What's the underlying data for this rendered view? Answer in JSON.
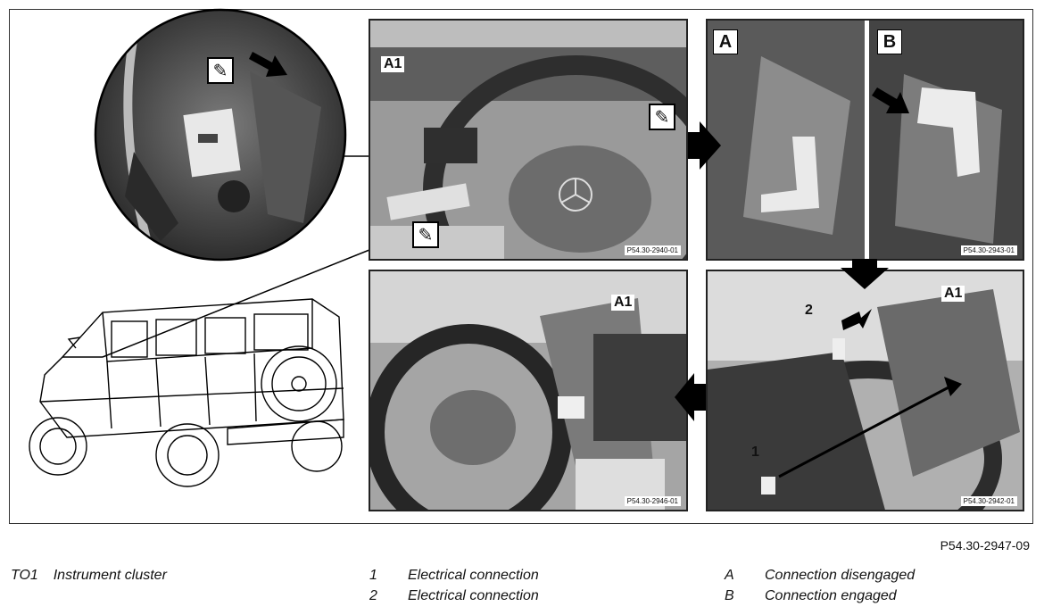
{
  "figure_id": "P54.30-2947-09",
  "panels": {
    "top_middle": {
      "code": "P54.30-2940-01",
      "callout": "A1"
    },
    "top_right": {
      "code": "P54.30-2943-01",
      "label_a": "A",
      "label_b": "B"
    },
    "bottom_right": {
      "code": "P54.30-2942-01",
      "callout_a1": "A1",
      "callout_1": "1",
      "callout_2": "2"
    },
    "bottom_middle": {
      "code": "P54.30-2946-01",
      "callout": "A1"
    }
  },
  "legend": {
    "title": {
      "key": "TO1",
      "text": "Instrument cluster"
    },
    "numbered": [
      {
        "key": "1",
        "text": "Electrical connection"
      },
      {
        "key": "2",
        "text": "Electrical connection"
      }
    ],
    "lettered": [
      {
        "key": "A",
        "text": "Connection disengaged"
      },
      {
        "key": "B",
        "text": "Connection engaged"
      }
    ]
  },
  "colors": {
    "photo_dark": "#3a3a3a",
    "photo_mid": "#8a8a8a",
    "photo_light": "#cfcfcf",
    "arrow": "#000000"
  },
  "icons": [
    "tool-icon",
    "arrow-right-icon",
    "arrow-down-icon",
    "arrow-left-icon"
  ]
}
